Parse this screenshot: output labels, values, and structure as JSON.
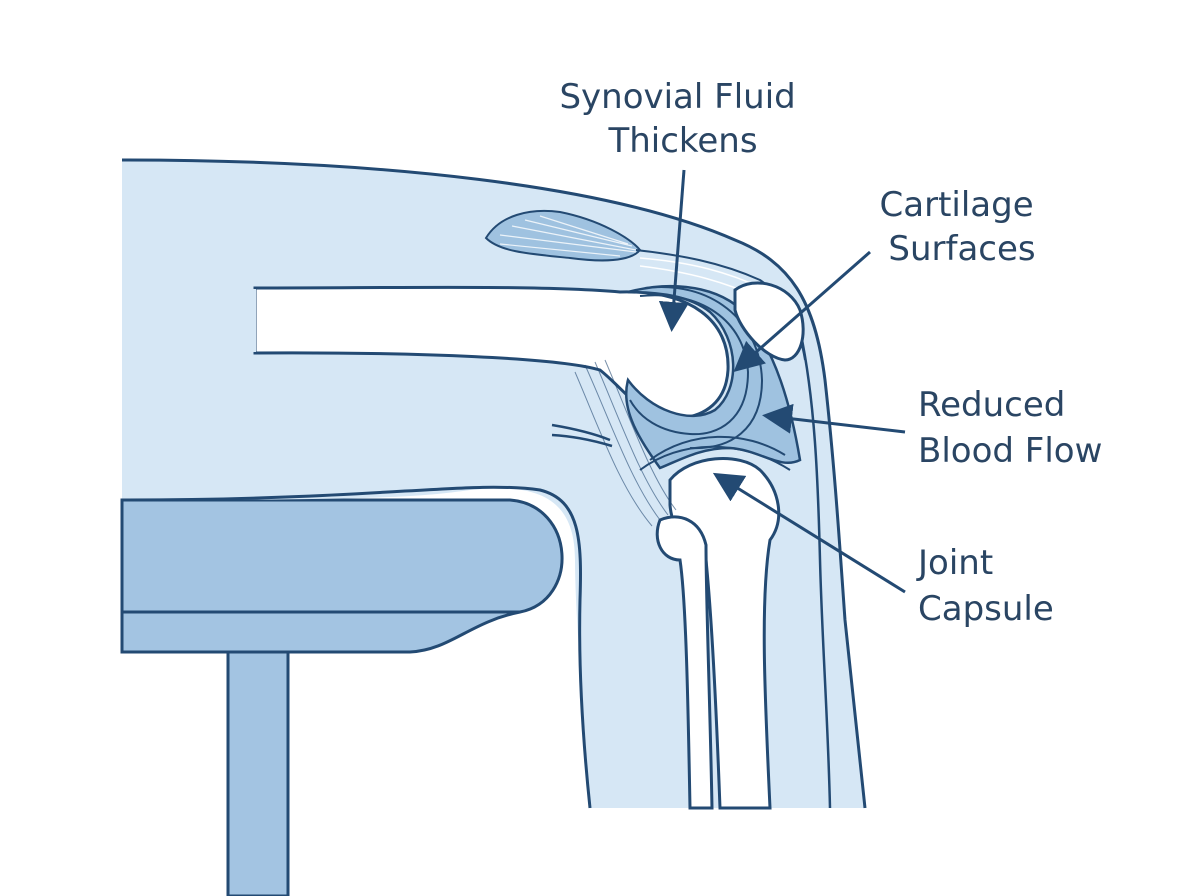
{
  "labels": {
    "synovial_fluid": [
      "Synovial Fluid",
      "Thickens"
    ],
    "cartilage": [
      "Cartilage",
      "Surfaces"
    ],
    "blood_flow": [
      "Reduced",
      "Blood Flow"
    ],
    "joint_capsule": [
      "Joint",
      "Capsule"
    ]
  },
  "colors": {
    "outline": "#234a73",
    "soft_tissue": "#d6e7f5",
    "light_tissue": "#e6f0f9",
    "bone": "#ffffff",
    "capsule": "#9fc2e0",
    "seat": "#a3c4e2",
    "text": "#2a4563"
  }
}
